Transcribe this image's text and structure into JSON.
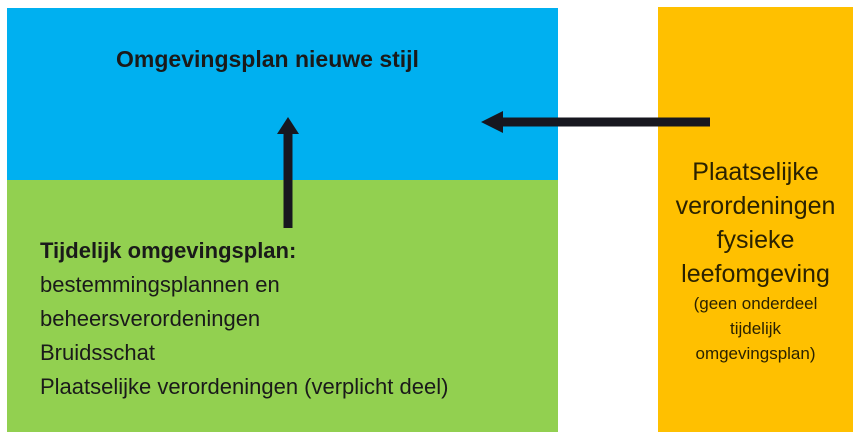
{
  "colors": {
    "blue_block": "#00B0F0",
    "green_block": "#92D050",
    "yellow_block": "#FFC000",
    "arrow": "#17171F",
    "background": "#FFFFFF"
  },
  "blue_block": {
    "title": "Omgevingsplan nieuwe stijl"
  },
  "green_block": {
    "heading": "Tijdelijk omgevingsplan:",
    "lines": [
      "bestemmingsplannen en",
      "beheersverordeningen",
      "Bruidsschat",
      "Plaatselijke verordeningen (verplicht deel)"
    ]
  },
  "yellow_block": {
    "lines": [
      "Plaatselijke",
      "verordeningen",
      "fysieke",
      "leefomgeving"
    ],
    "note_lines": [
      "(geen onderdeel",
      "tijdelijk",
      "omgevingsplan)"
    ]
  },
  "arrows": {
    "up": "arrow-up-icon",
    "left": "arrow-left-icon"
  }
}
